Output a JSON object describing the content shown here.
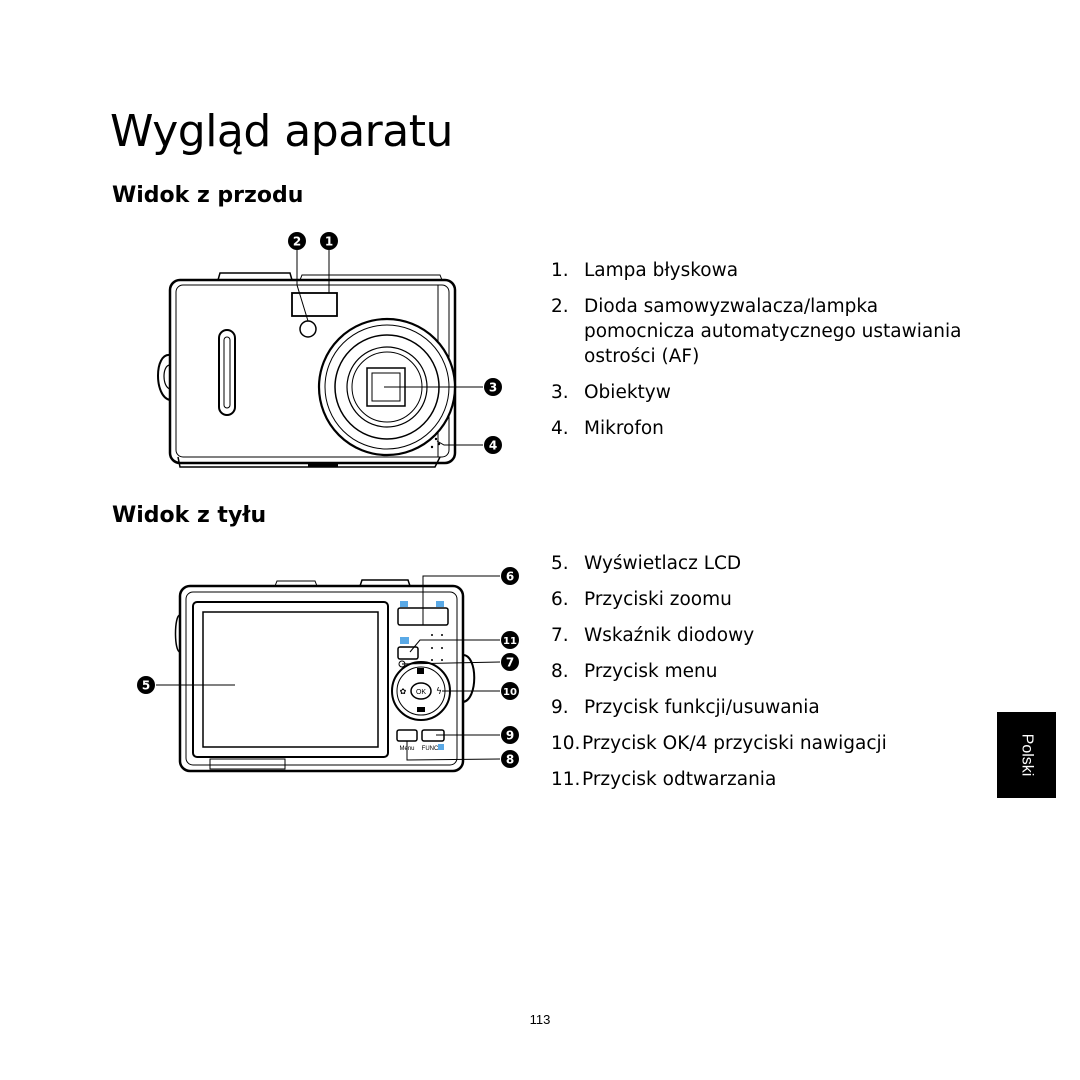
{
  "page": {
    "title": "Wygląd aparatu",
    "page_number": "113",
    "language_tab": "Polski"
  },
  "front": {
    "heading": "Widok z przodu",
    "items": [
      {
        "num": "1.",
        "text": "Lampa błyskowa"
      },
      {
        "num": "2.",
        "text": "Dioda samowyzwalacza/lampka pomocnicza automatycznego ustawiania ostrości (AF)"
      },
      {
        "num": "3.",
        "text": "Obiektyw"
      },
      {
        "num": "4.",
        "text": "Mikrofon"
      }
    ],
    "callouts": [
      "2",
      "1",
      "3",
      "4"
    ]
  },
  "back": {
    "heading": "Widok z tyłu",
    "items": [
      {
        "num": "5.",
        "text": "Wyświetlacz LCD"
      },
      {
        "num": "6.",
        "text": "Przyciski zoomu"
      },
      {
        "num": "7.",
        "text": "Wskaźnik diodowy"
      },
      {
        "num": "8.",
        "text": "Przycisk menu"
      },
      {
        "num": "9.",
        "text": "Przycisk funkcji/usuwania"
      },
      {
        "num": "10.",
        "text": "Przycisk OK/4 przyciski nawigacji"
      },
      {
        "num": "11.",
        "text": "Przycisk odtwarzania"
      }
    ],
    "callouts": [
      "6",
      "11",
      "7",
      "10",
      "9",
      "8",
      "5"
    ],
    "button_labels": {
      "ok": "OK",
      "menu": "Menu",
      "func": "FUNC"
    }
  }
}
